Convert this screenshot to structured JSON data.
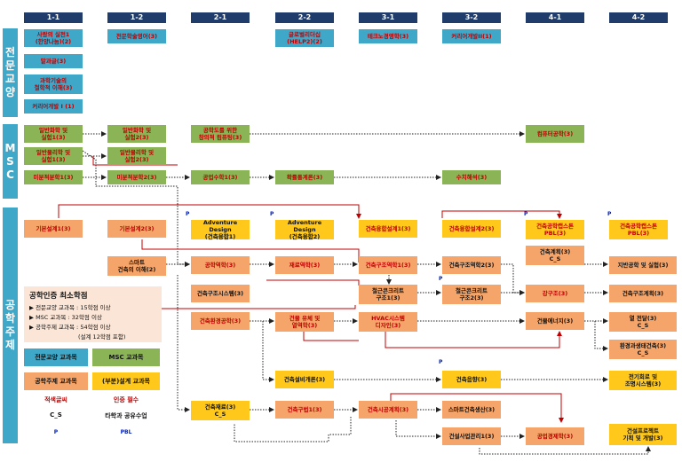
{
  "semesters": [
    "1-1",
    "1-2",
    "2-1",
    "2-2",
    "3-1",
    "3-2",
    "4-1",
    "4-2"
  ],
  "categories": {
    "general": "전\n문\n교\n양",
    "msc": "M\nS\nC",
    "major": "공\n학\n주\n제"
  },
  "general_courses": [
    "사랑의 실천1\n(한양나눔)(2)",
    "말과글(3)",
    "과학기술의\n철학적 이해(3)",
    "커리어개발 I (1)",
    "전문학술영어(3)",
    "글로벌리더십\n(HELP2)(2)",
    "테크노경영학(3)",
    "커리어개발II(1)"
  ],
  "msc_courses": [
    "일반화학 및\n실험1(3)",
    "일반물리학 및\n실험1(3)",
    "미분적분학1(3)",
    "일반화학 및\n실험2(3)",
    "일반물리학 및\n실험2(3)",
    "미분적분학2(3)",
    "공학도를 위한\n창의적 컴퓨팅(3)",
    "공업수학1(3)",
    "확률통계론(3)",
    "수치해석(3)",
    "컴퓨터공학(3)"
  ],
  "major_courses": {
    "c11": "기본설계1(3)",
    "c12": "기본설계2(3)",
    "c12b": "스마트\n건축의 이해(2)",
    "c21a": "Adventure Design\n(건축융합1)",
    "c21b": "공학역학(3)",
    "c21c": "건축구조시스템(3)",
    "c21d": "건축환경공학(3)",
    "c21e": "건축재료(3)\nC_S",
    "c22a": "Adventure Design\n(건축융합2)",
    "c22b": "재료역학(3)",
    "c22c": "건물 유체 및\n열역학(3)",
    "c22d": "건축설비개론(3)",
    "c22e": "건축구법1(3)",
    "c31a": "건축융합설계1(3)",
    "c31b": "건축구조역학1(3)",
    "c31c": "철근콘크리트\n구조1(3)",
    "c31d": "HVAC시스템\n디자인(3)",
    "c31e": "건축시공계획(3)",
    "c32a": "건축융합설계2(3)",
    "c32b": "건축구조역학2(3)",
    "c32c": "철근콘크리트\n구조2(3)",
    "c32d": "건축음향(3)",
    "c32e": "스마트건축생산(3)",
    "c32f": "건설사업관리1(3)",
    "c41a": "건축공학캡스톤\nPBL(3)",
    "c41b": "건축계획(3)\nC_S",
    "c41c": "강구조(3)",
    "c41d": "건물에너지(3)",
    "c41e": "공업경제학(3)",
    "c42a": "건축공학캡스톤\nPBL(3)",
    "c42b": "지반공학 및 실험(3)",
    "c42c": "건축구조계획(3)",
    "c42d": "열 전달(3)\nC_S",
    "c42e": "환경과생태건축(3)\nC_S",
    "c42f": "전기회로 및\n조명시스템(3)",
    "c42g": "건설프로젝트\n기획 및 개발(3)"
  },
  "p_marker": "P",
  "requirements": {
    "title": "공학인증 최소학점",
    "line1": "▶ 전문교양 교과목 : 15학점 이상",
    "line2": "▶ MSC 교과목 : 32학점 이상",
    "line3": "▶ 공학주제 교과목 : 54학점 이상",
    "line4": "(설계 12학점 포함)"
  },
  "legend": {
    "general": "전문교양 교과목",
    "msc": "MSC 교과목",
    "major": "공학주제 교과목",
    "design": "(부분)설계 교과목",
    "red_text": "적색글씨",
    "required": "인증 필수",
    "cs": "C_S",
    "joint": "타학과 공유수업",
    "p": "P",
    "pbl": "PBL"
  },
  "colors": {
    "header": "#1f3c6b",
    "general": "#3fa7c8",
    "msc": "#8ab456",
    "major": "#f5a56a",
    "design": "#ffc81a",
    "required_text": "#c00000",
    "p_marker": "#0020c0"
  }
}
